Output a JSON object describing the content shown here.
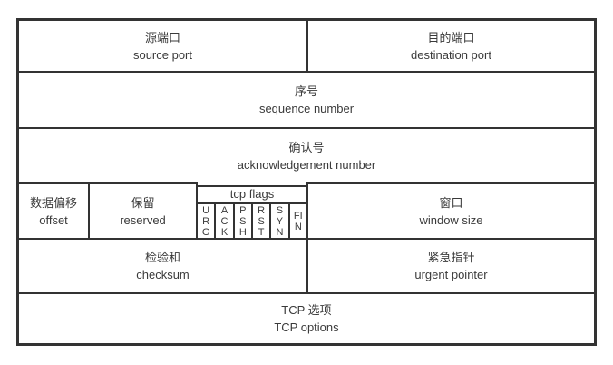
{
  "diagram": {
    "colors": {
      "border": "#333333",
      "text": "#3a3a3a",
      "background": "#ffffff"
    },
    "fields": {
      "source_port": {
        "zh": "源端口",
        "en": "source port"
      },
      "destination_port": {
        "zh": "目的端口",
        "en": "destination port"
      },
      "sequence_number": {
        "zh": "序号",
        "en": "sequence number"
      },
      "acknowledgement_number": {
        "zh": "确认号",
        "en": "acknowledgement number"
      },
      "offset": {
        "zh": "数据偏移",
        "en": "offset"
      },
      "reserved": {
        "zh": "保留",
        "en": "reserved"
      },
      "flags": {
        "label": "tcp flags",
        "items": [
          "URG",
          "ACK",
          "PSH",
          "RST",
          "SYN",
          "FIN"
        ]
      },
      "window_size": {
        "zh": "窗口",
        "en": "window size"
      },
      "checksum": {
        "zh": "检验和",
        "en": "checksum"
      },
      "urgent_pointer": {
        "zh": "紧急指针",
        "en": "urgent pointer"
      },
      "tcp_options": {
        "zh": "TCP 选项",
        "en": "TCP options"
      }
    }
  }
}
